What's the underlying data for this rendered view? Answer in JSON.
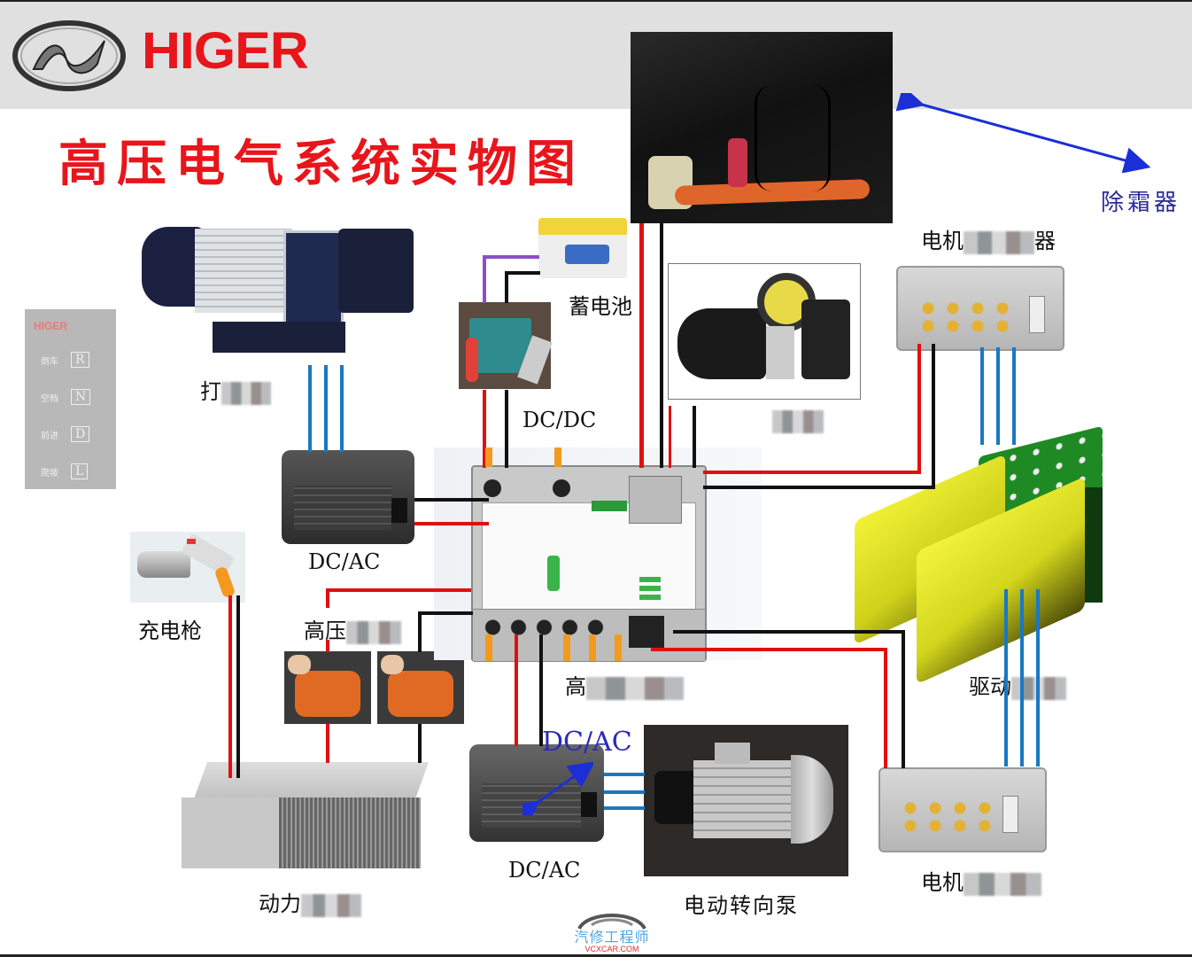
{
  "header": {
    "brand": "HIGER",
    "brand_color": "#e8151b",
    "title": "高压电气系统实物图"
  },
  "labels": {
    "defroster": "除霜器",
    "motor_controller_top_prefix": "电机",
    "motor_controller_top_suffix": "器",
    "air_compressor_prefix": "打",
    "battery_12v": "蓄电池",
    "dcdc": "DC/DC",
    "oil_pump_prefix": "",
    "dcac_left": "DC/AC",
    "charging_gun": "充电枪",
    "hv_connector_prefix": "高压",
    "hv_connector_suffix": "",
    "hv_box_prefix": "高",
    "drive_motor_prefix": "驱动",
    "dcac_bottom_overlay": "DC/AC",
    "dcac_bottom": "DC/AC",
    "steering_pump": "电动转向泵",
    "motor_controller_bottom_prefix": "电机",
    "power_battery_prefix": "动力"
  },
  "gear_panel": {
    "brand": "HIGER",
    "gears": [
      {
        "name": "倒车",
        "key": "R"
      },
      {
        "name": "空档",
        "key": "N"
      },
      {
        "name": "前进",
        "key": "D"
      },
      {
        "name": "爬坡",
        "key": "L"
      }
    ]
  },
  "watermark": {
    "name": "汽修工程师",
    "url": "VCXCAR.COM"
  },
  "colors": {
    "positive_wire": "#e01010",
    "negative_wire": "#111111",
    "three_phase_wire": "#1a78c2",
    "hv_busbar": "#f39a1e",
    "lv_wire": "#8a4fc8",
    "arrow": "#1c2fd6"
  }
}
